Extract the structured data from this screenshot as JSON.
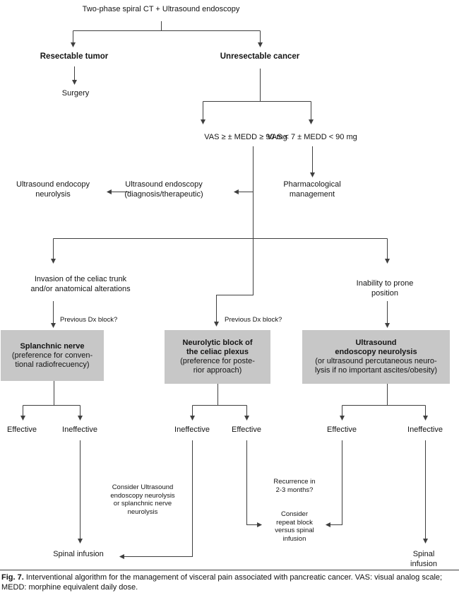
{
  "figure": {
    "title": "Two-phase spiral CT + Ultrasound endoscopy",
    "nodes": {
      "resectable": "Resectable tumor",
      "unresectable": "Unresectable cancer",
      "surgery": "Surgery",
      "vas_high": "VAS ≥ ± MEDD ≥ 90 mg",
      "vas_low": "VAS < 7 ± MEDD < 90 mg",
      "ue_neurolysis": "Ultrasound endocopy\nneurolysis",
      "ue_diagnostic": "Ultrasound endoscopy\n(diagnosis/therapeutic)",
      "pharmacological": "Pharmacological\nmanagement",
      "invasion": "Invasion of the celiac trunk\nand/or anatomical alterations",
      "inability": "Inability to prone position",
      "previous_dx_block": "Previous Dx block?",
      "splanchnic_title": "Splanchnic nerve",
      "splanchnic_sub": "(preference for conven-\ntional radiofrecuency)",
      "neurolytic_title": "Neurolytic block of\nthe celiac plexus",
      "neurolytic_sub": "(preference for poste-\nrior approach)",
      "us_neurolysis_title": "Ultrasound\nendoscopy neurolysis",
      "us_neurolysis_sub": "(or ultrasound percutaneous neuro-\nlysis if no important ascites/obesity)",
      "effective": "Effective",
      "ineffective": "Ineffective",
      "consider_ue": "Consider Ultrasound\nendoscopy neurolysis\nor splanchnic nerve\nneurolysis",
      "recurrence": "Recurrence in\n2-3 months?",
      "consider_repeat": "Consider\nrepeat block\nversus spinal\ninfusion",
      "spinal_infusion": "Spinal infusion"
    },
    "caption": {
      "label": "Fig. 7.",
      "text": "Interventional algorithm for the management of visceral pain associated with pancreatic cancer. VAS: visual analog scale; MEDD: morphine equivalent daily dose."
    },
    "colors": {
      "box_fill": "#c7c7c7",
      "line": "#3f3f3f",
      "text": "#141414"
    }
  }
}
